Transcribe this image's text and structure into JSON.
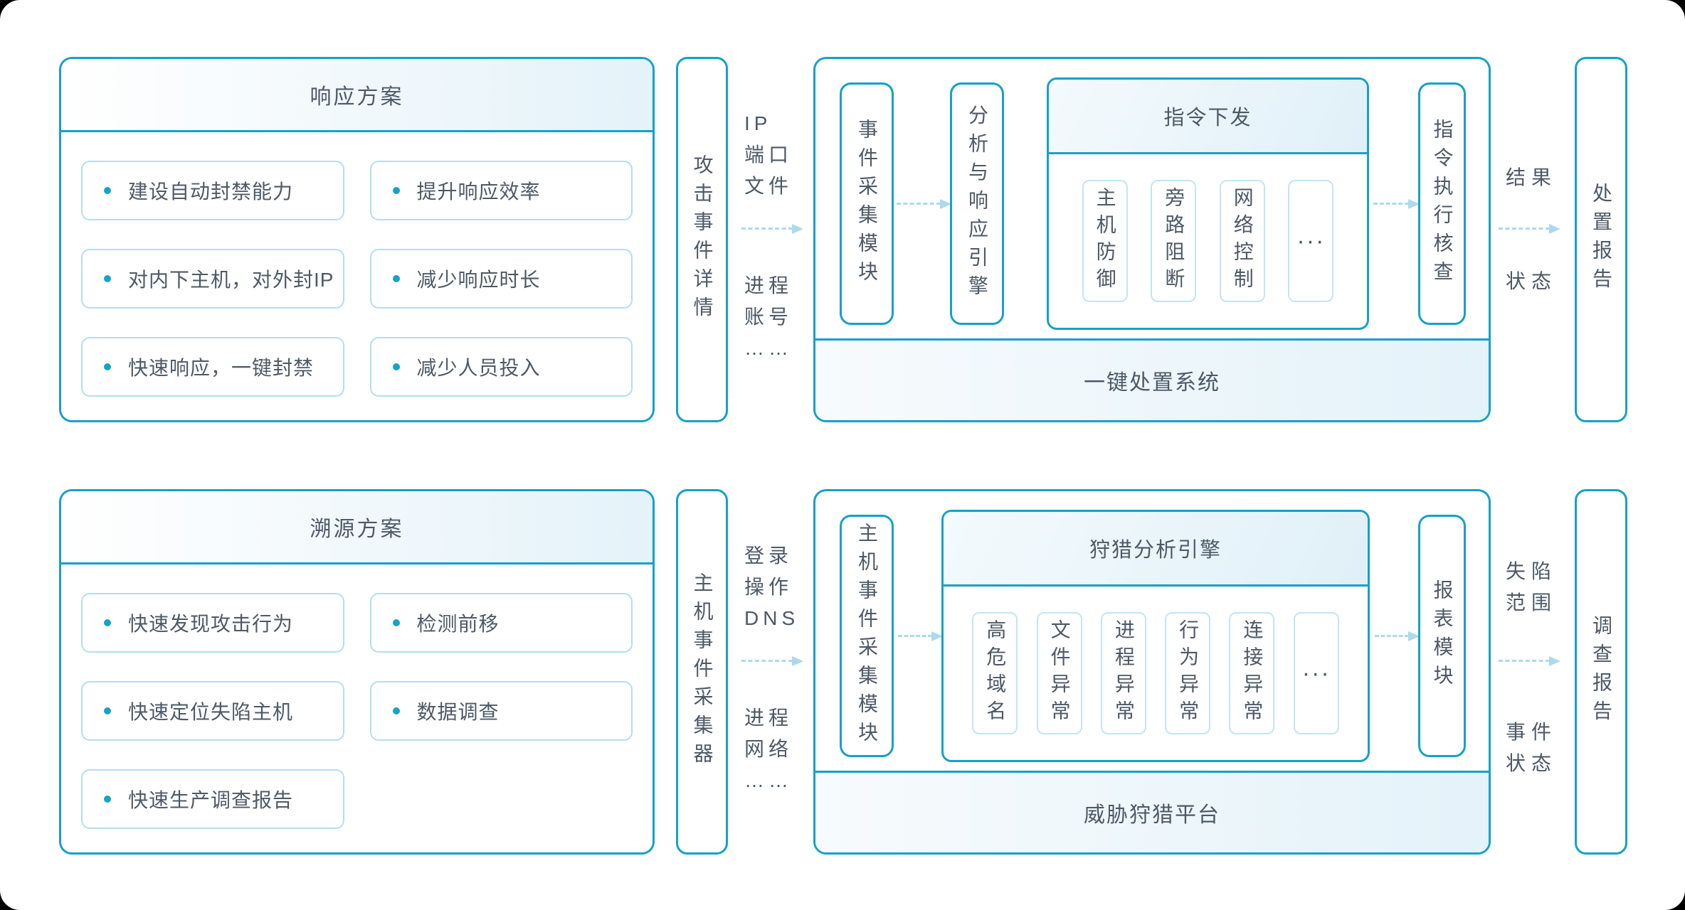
{
  "colors": {
    "border_cyan": "#15A1C8",
    "chip_border": "#B5DEEC",
    "engine_chip_border": "#C5E4F1",
    "text": "#4D5966",
    "bullet": "#17A2C8",
    "arrow": "#ABDAEE",
    "header_gradient_end": "#E4F2F9"
  },
  "rows": [
    {
      "plan": {
        "title": "响应方案",
        "items": [
          "建设自动封禁能力",
          "提升响应效率",
          "对内下主机，对外封IP",
          "减少响应时长",
          "快速响应，一键封禁",
          "减少人员投入"
        ]
      },
      "connector": "攻击事件详情",
      "flow_left": {
        "top": "IP\n端口\n文件",
        "bottom": "进程\n账号\n……"
      },
      "platform": {
        "bars": [
          "事件采集模块",
          "分析与响应引擎"
        ],
        "engine": {
          "title": "指令下发",
          "chips": [
            "主机防御",
            "旁路阻断",
            "网络控制",
            "···"
          ]
        },
        "bar_right": "指令执行核查",
        "band": "一键处置系统"
      },
      "flow_right": {
        "top": "结果",
        "bottom": "状态"
      },
      "report": "处置报告"
    },
    {
      "plan": {
        "title": "溯源方案",
        "items": [
          "快速发现攻击行为",
          "检测前移",
          "快速定位失陷主机",
          "数据调查",
          "快速生产调查报告"
        ]
      },
      "connector": "主机事件采集器",
      "flow_left": {
        "top": "登录\n操作\nDNS",
        "bottom": "进程\n网络\n……"
      },
      "platform": {
        "bars": [
          "主机事件采集模块"
        ],
        "engine": {
          "title": "狩猎分析引擎",
          "chips": [
            "高危域名",
            "文件异常",
            "进程异常",
            "行为异常",
            "连接异常",
            "···"
          ]
        },
        "bar_right": "报表模块",
        "band": "威胁狩猎平台"
      },
      "flow_right": {
        "top": "失陷\n范围",
        "bottom": "事件\n状态"
      },
      "report": "调查报告"
    }
  ]
}
